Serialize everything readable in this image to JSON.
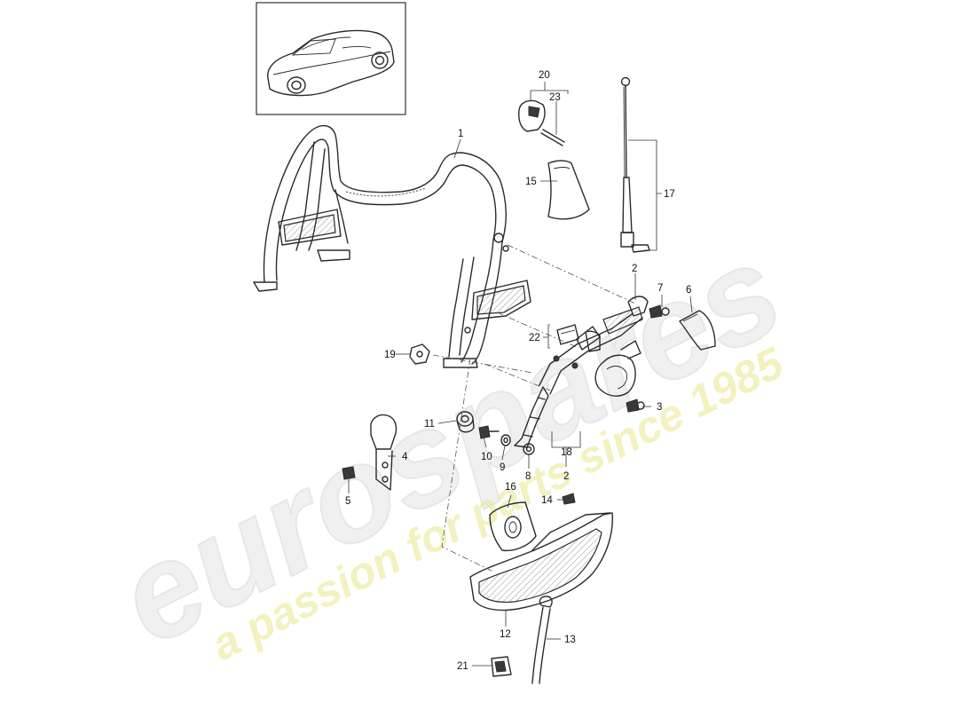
{
  "watermark": {
    "brand": "eurospares",
    "tagline": "a passion for parts since 1985"
  },
  "colors": {
    "line": "#2b2b2b",
    "watermark_gray": "#e4e4e4",
    "watermark_yellow": "#e9e68a"
  },
  "thumbnail": {
    "subject": "car-thumbnail"
  },
  "callouts": {
    "c1": "1",
    "c2a": "2",
    "c2b": "2",
    "c3": "3",
    "c4": "4",
    "c5": "5",
    "c6": "6",
    "c7": "7",
    "c8": "8",
    "c9": "9",
    "c10": "10",
    "c11": "11",
    "c12": "12",
    "c13": "13",
    "c14": "14",
    "c15": "15",
    "c16": "16",
    "c17": "17",
    "c18": "18",
    "c19": "19",
    "c20": "20",
    "c21": "21",
    "c22": "22",
    "c23": "23"
  }
}
